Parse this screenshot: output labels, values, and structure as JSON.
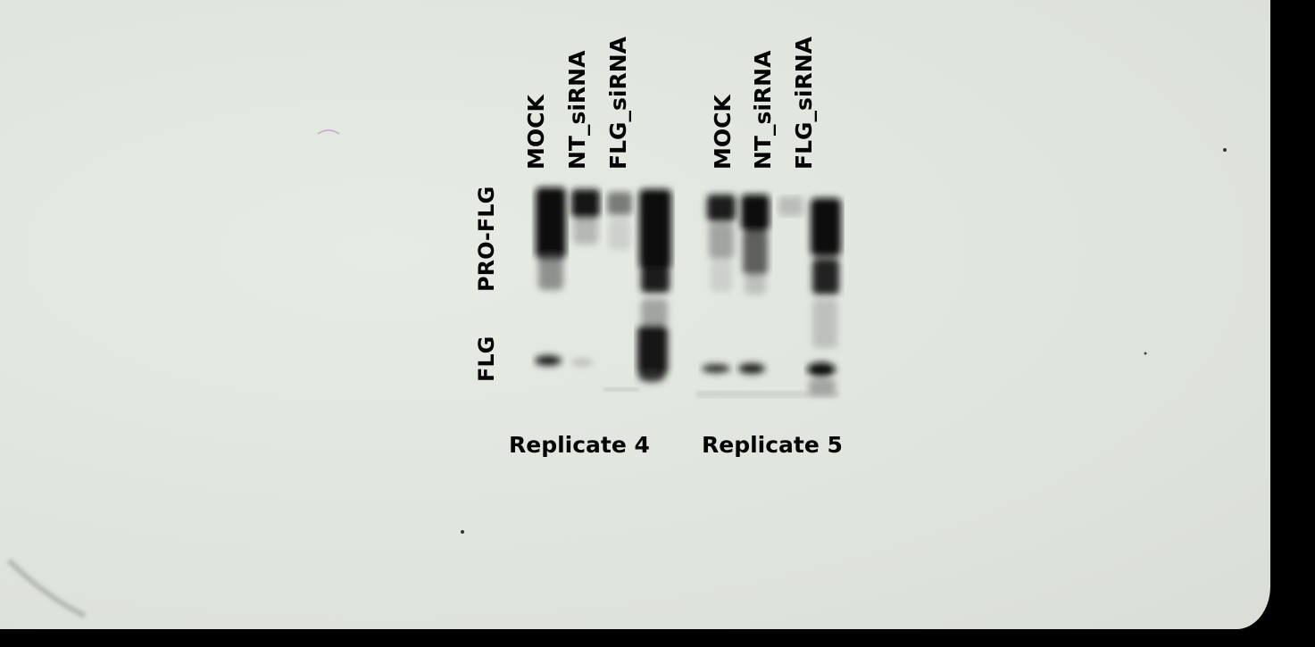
{
  "replicates": [
    {
      "label": "Replicate 4",
      "lanes": [
        "MOCK",
        "NT_siRNA",
        "FLG_siRNA"
      ]
    },
    {
      "label": "Replicate 5",
      "lanes": [
        "MOCK",
        "NT_siRNA",
        "FLG_siRNA"
      ]
    }
  ],
  "band_labels": {
    "pro": "PRO-FLG",
    "mature": "FLG"
  },
  "colors": {
    "film": "#e1e6df",
    "border": "#000000",
    "band": "#0a0a0a"
  }
}
